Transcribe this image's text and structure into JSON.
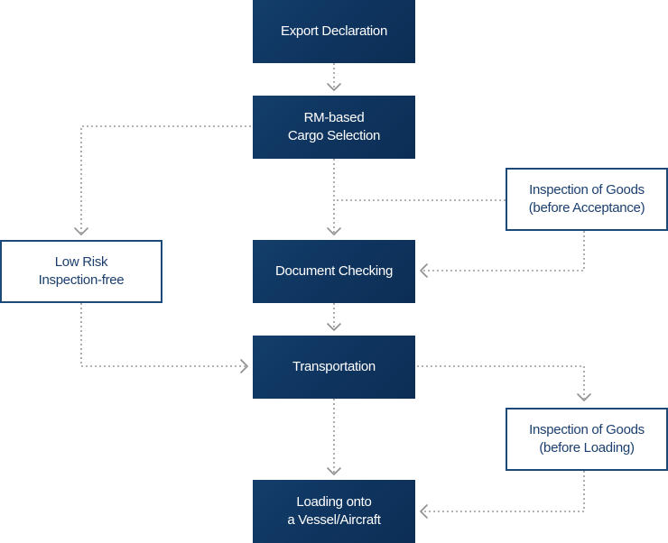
{
  "colors": {
    "box_fill": "#0f3560",
    "box_border": "#1b4a7a",
    "outlined_text": "#1b3f6e",
    "connector": "#9a9a9a"
  },
  "nodes": {
    "export_declaration": "Export Declaration",
    "cargo_selection": "RM-based\nCargo Selection",
    "inspection_before_acceptance": "Inspection of Goods\n(before Acceptance)",
    "low_risk": "Low Risk\nInspection-free",
    "document_checking": "Document Checking",
    "transportation": "Transportation",
    "inspection_before_loading": "Inspection of Goods\n(before Loading)",
    "loading": "Loading onto\na Vessel/Aircraft"
  }
}
